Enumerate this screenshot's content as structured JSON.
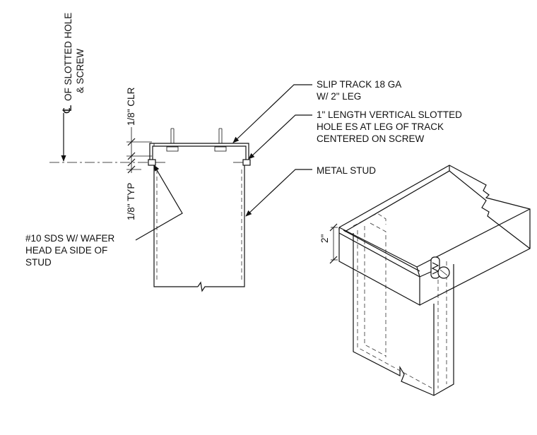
{
  "labels": {
    "centerline_1": "OF SLOTTED HOLE",
    "centerline_2": "& SCREW",
    "clearance": "1/8\" CLR",
    "typical": "1/8\" TYP",
    "slip_track_1": "SLIP TRACK 18 GA",
    "slip_track_2": "W/ 2\" LEG",
    "slotted_hole_1": "1\" LENGTH VERTICAL SLOTTED",
    "slotted_hole_2": "HOLE ES AT LEG OF TRACK",
    "slotted_hole_3": "CENTERED ON SCREW",
    "metal_stud": "METAL STUD",
    "screw_1": "#10 SDS W/ WAFER",
    "screw_2": "HEAD EA SIDE OF",
    "screw_3": "STUD",
    "leg_dim": "2\""
  }
}
